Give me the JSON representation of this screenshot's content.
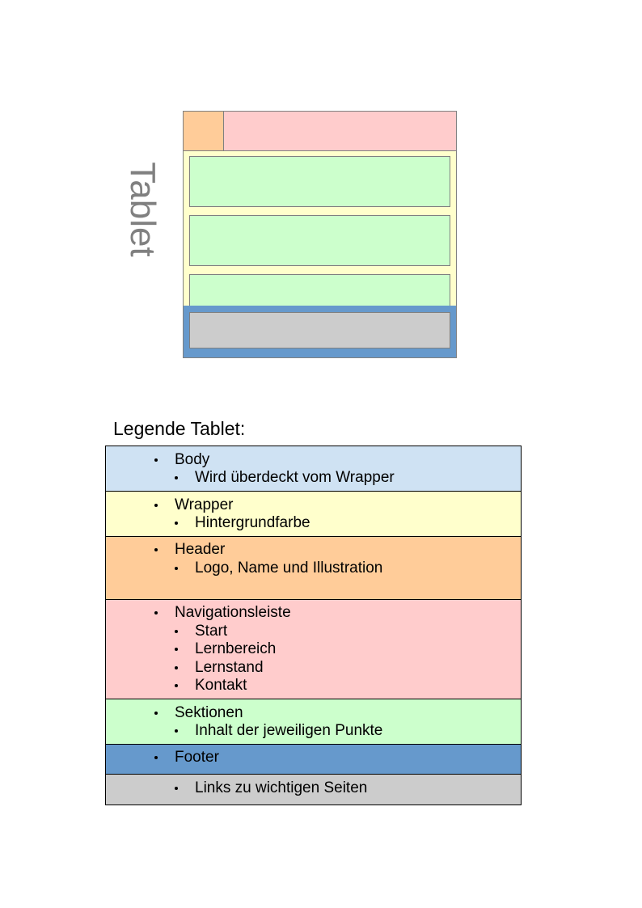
{
  "tablet_label": "Tablet",
  "colors": {
    "body": "#cfe2f3",
    "wrapper": "#ffffcc",
    "header": "#ffcc99",
    "navigation": "#ffcccc",
    "section": "#ccffcc",
    "footer": "#6699cc",
    "links": "#cccccc"
  },
  "legend": {
    "title": "Legende Tablet:",
    "rows": [
      {
        "label": "Body",
        "items": [
          "Wird überdeckt vom Wrapper"
        ]
      },
      {
        "label": "Wrapper",
        "items": [
          "Hintergrundfarbe"
        ]
      },
      {
        "label": "Header",
        "items": [
          "Logo, Name und Illustration"
        ]
      },
      {
        "label": "Navigationsleiste",
        "items": [
          "Start",
          "Lernbereich",
          "Lernstand",
          "Kontakt"
        ]
      },
      {
        "label": "Sektionen",
        "items": [
          "Inhalt der jeweiligen Punkte"
        ]
      },
      {
        "label": "Footer",
        "items": []
      },
      {
        "label": "",
        "items": [
          "Links zu wichtigen Seiten"
        ]
      }
    ]
  }
}
